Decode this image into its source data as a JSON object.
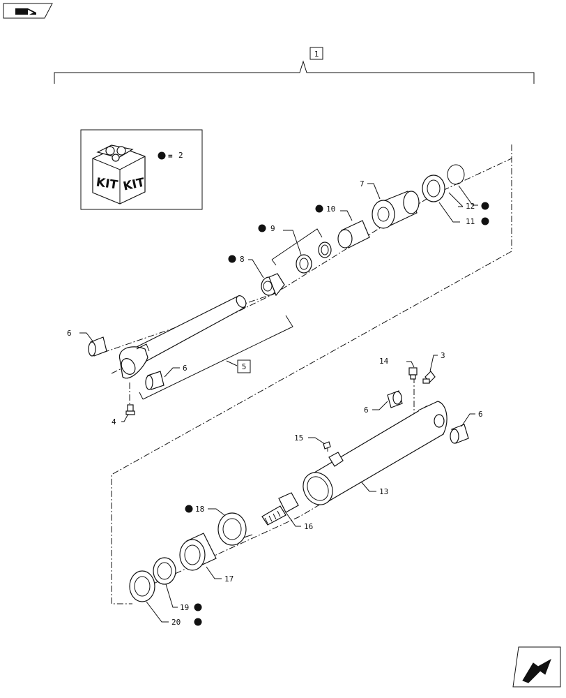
{
  "kit_box": {
    "kit_word_1": "KIT",
    "kit_word_2": "KIT",
    "legend_equals": "=",
    "legend_value": "2"
  },
  "assembly_ref": "1",
  "subassembly_ref": "5",
  "callouts": {
    "c3": "3",
    "c4": "4",
    "c6a": "6",
    "c6b": "6",
    "c6c": "6",
    "c6d": "6",
    "c7": "7",
    "c8": "8",
    "c9": "9",
    "c10": "10",
    "c11": "11",
    "c12": "12",
    "c13": "13",
    "c14": "14",
    "c15": "15",
    "c16": "16",
    "c17": "17",
    "c18": "18",
    "c19": "19",
    "c20": "20"
  },
  "icons": [
    "previous-page-icon",
    "next-page-icon",
    "kit-box-icon"
  ],
  "colors": {
    "ink": "#111111",
    "background": "#ffffff"
  }
}
